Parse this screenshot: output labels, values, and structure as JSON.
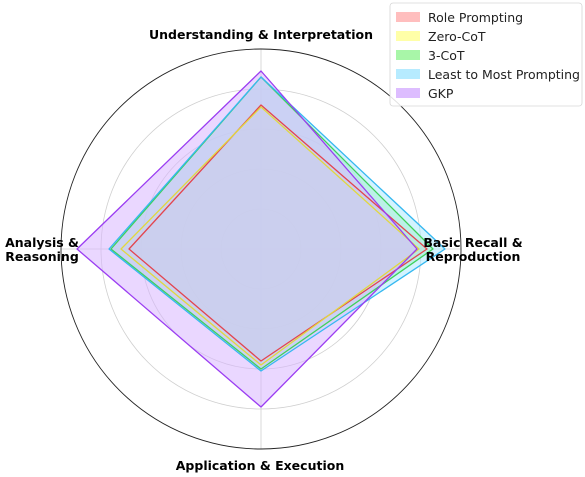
{
  "chart_data": {
    "type": "radar",
    "axes": [
      "Basic Recall & Reproduction",
      "Understanding & Interpretation",
      "Analysis & Reasoning",
      "Application & Execution"
    ],
    "axis_label_lines": [
      [
        "Basic Recall &",
        "Reproduction"
      ],
      [
        "Understanding & Interpretation"
      ],
      [
        "Analysis &",
        "Reasoning"
      ],
      [
        "Application & Execution"
      ]
    ],
    "rlim": [
      0,
      1
    ],
    "grid": true,
    "rings": [
      0.2,
      0.4,
      0.6,
      0.8,
      1.0
    ],
    "legend_position": "top-right",
    "series": [
      {
        "name": "Role Prompting",
        "values": [
          0.83,
          0.72,
          0.66,
          0.56
        ],
        "line": "#e3454f",
        "fill": "#ffb7b7"
      },
      {
        "name": "Zero-CoT",
        "values": [
          0.79,
          0.71,
          0.7,
          0.58
        ],
        "line": "#e1d83f",
        "fill": "#ffff9e"
      },
      {
        "name": "3-CoT",
        "values": [
          0.86,
          0.86,
          0.75,
          0.6
        ],
        "line": "#3fd15a",
        "fill": "#9ef59f"
      },
      {
        "name": "Least to Most Prompting",
        "values": [
          0.92,
          0.86,
          0.76,
          0.61
        ],
        "line": "#36b8f0",
        "fill": "#aee9ff"
      },
      {
        "name": "GKP",
        "values": [
          0.78,
          0.89,
          0.92,
          0.79
        ],
        "line": "#9b3df2",
        "fill": "#d9b6ff"
      }
    ]
  }
}
